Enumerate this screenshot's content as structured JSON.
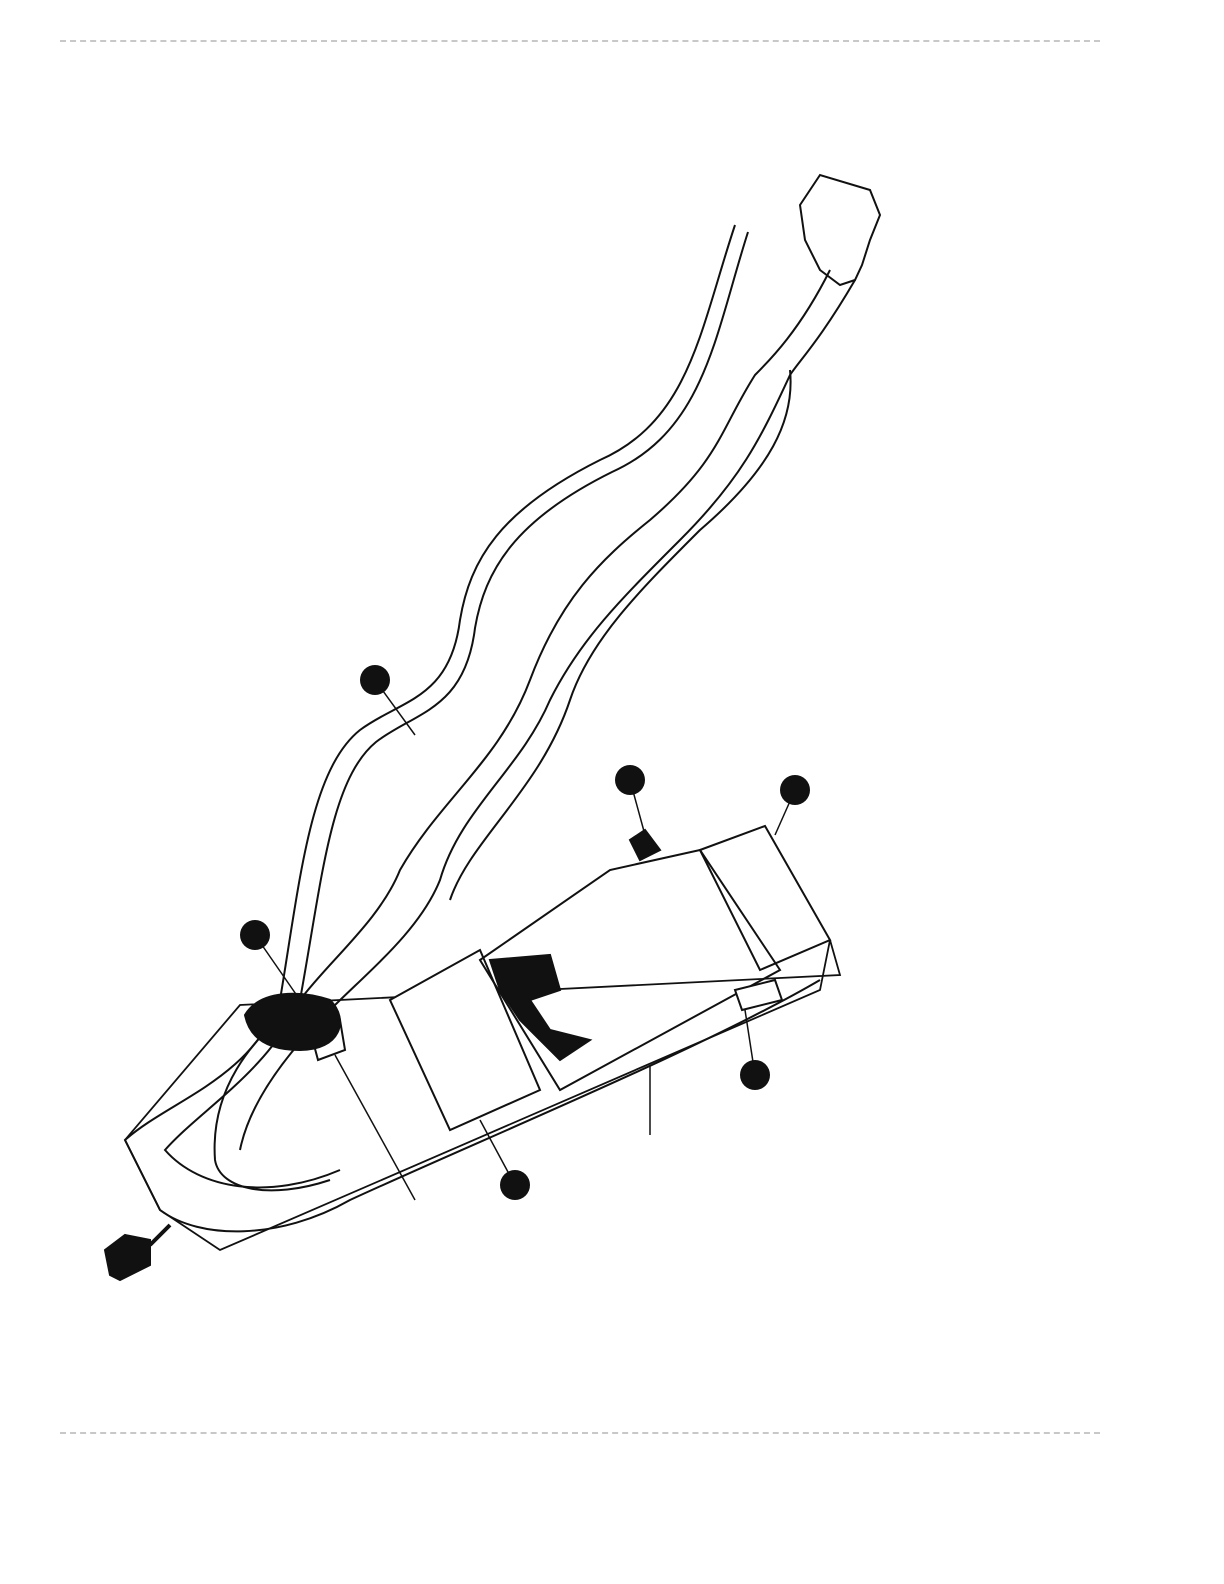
{
  "page": {
    "type": "scanned-diagram-page",
    "figure": {
      "subject": "wiring-harness-exploded-view",
      "callout_count": 6
    },
    "colors": {
      "ink": "#111111",
      "rule": "#c8c8c8",
      "paper": "#ffffff"
    }
  }
}
